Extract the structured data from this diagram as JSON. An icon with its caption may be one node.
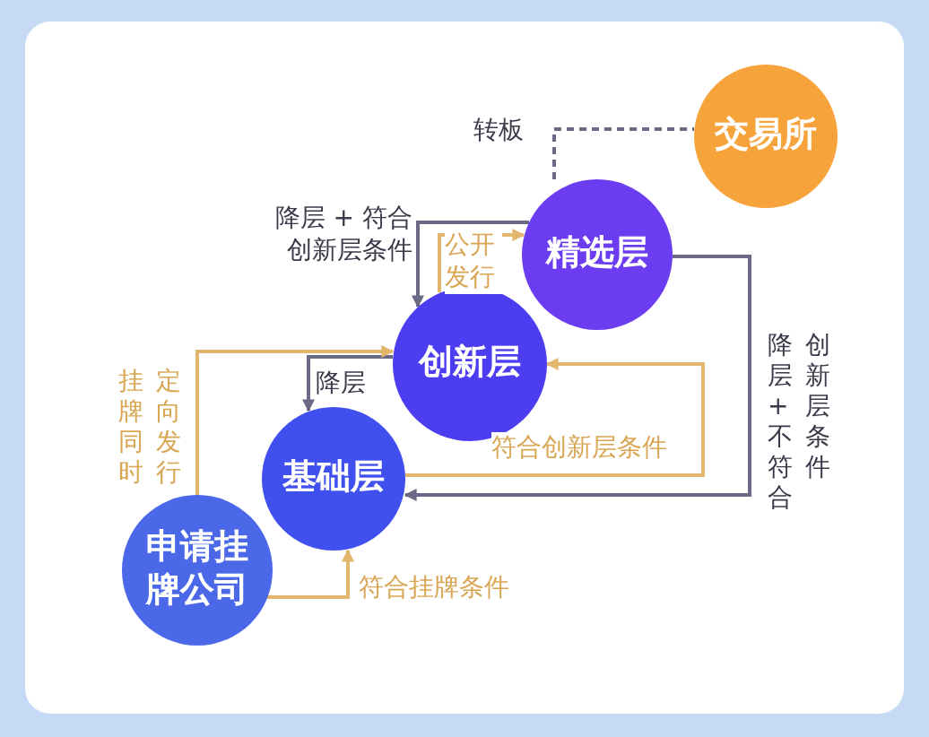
{
  "diagram": {
    "nodes": [
      {
        "text": [
          "交易所"
        ]
      },
      {
        "text": [
          "精选层"
        ]
      },
      {
        "text": [
          "创新层"
        ]
      },
      {
        "text": [
          "基础层"
        ]
      },
      {
        "text": [
          "申请挂牌公司"
        ]
      }
    ],
    "edges": [
      {
        "from": 1,
        "to": 0,
        "arrow": "none",
        "label": "转板",
        "style": "dashed"
      },
      {
        "from": 1,
        "to": 2,
        "arrow": "to",
        "label": "降层 + 符合创新层条件"
      },
      {
        "from": 2,
        "to": 1,
        "arrow": "to",
        "label": "公开发行",
        "color": "#e2b66c"
      },
      {
        "from": 2,
        "to": 3,
        "arrow": "to",
        "label": "降层"
      },
      {
        "from": 4,
        "to": 2,
        "arrow": "to",
        "label": "挂牌同时定向发行",
        "color": "#e2b66c"
      },
      {
        "from": 3,
        "to": 2,
        "arrow": "to",
        "label": "符合创新层条件",
        "color": "#e2b66c"
      },
      {
        "from": 1,
        "to": 3,
        "arrow": "to",
        "label": "降层+不符合创新层条件"
      },
      {
        "from": 4,
        "to": 3,
        "arrow": "to",
        "label": "符合挂牌条件",
        "color": "#e2b66c"
      }
    ]
  }
}
